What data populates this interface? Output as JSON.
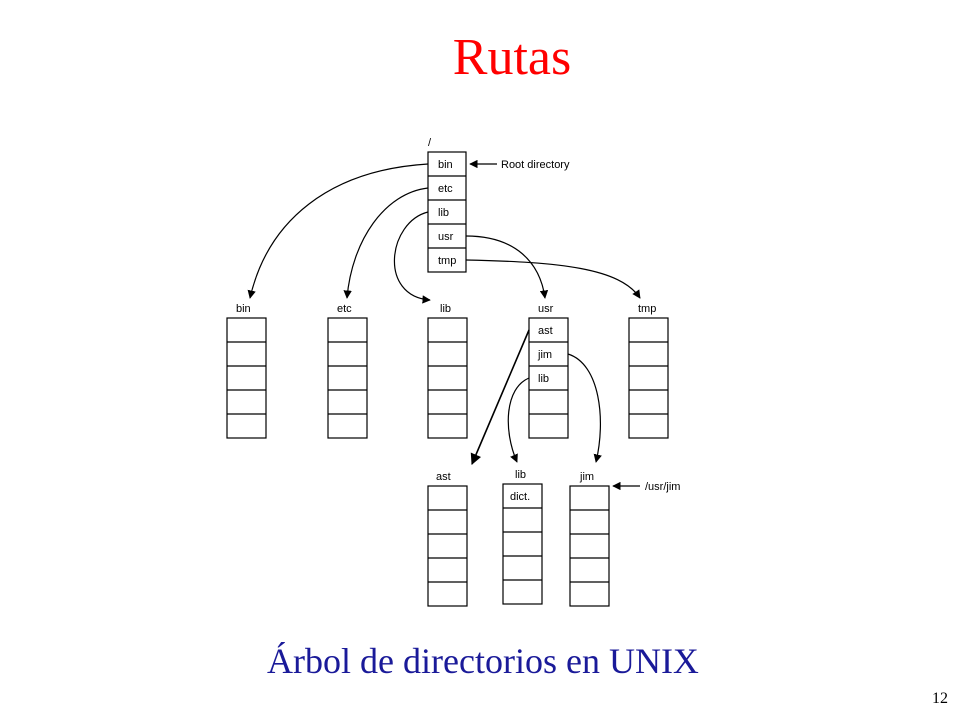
{
  "title": "Rutas",
  "subtitle": "Árbol de directorios en UNIX",
  "page_number": "12",
  "colors": {
    "title": "#ff0000",
    "subtitle": "#1a1a99",
    "lines": "#000000"
  },
  "diagram": {
    "root": {
      "label": "/",
      "entries": [
        "bin",
        "etc",
        "lib",
        "usr",
        "tmp"
      ]
    },
    "annotations": {
      "root": "Root directory",
      "jim": "/usr/jim"
    },
    "level1": {
      "bin": {
        "label": "bin",
        "entries": []
      },
      "etc": {
        "label": "etc",
        "entries": []
      },
      "lib": {
        "label": "lib",
        "entries": []
      },
      "usr": {
        "label": "usr",
        "entries": [
          "ast",
          "jim",
          "lib"
        ]
      },
      "tmp": {
        "label": "tmp",
        "entries": []
      }
    },
    "level2": {
      "ast": {
        "label": "ast",
        "entries": []
      },
      "lib": {
        "label": "lib",
        "entries": [
          "dict."
        ]
      },
      "jim": {
        "label": "jim",
        "entries": []
      }
    }
  }
}
